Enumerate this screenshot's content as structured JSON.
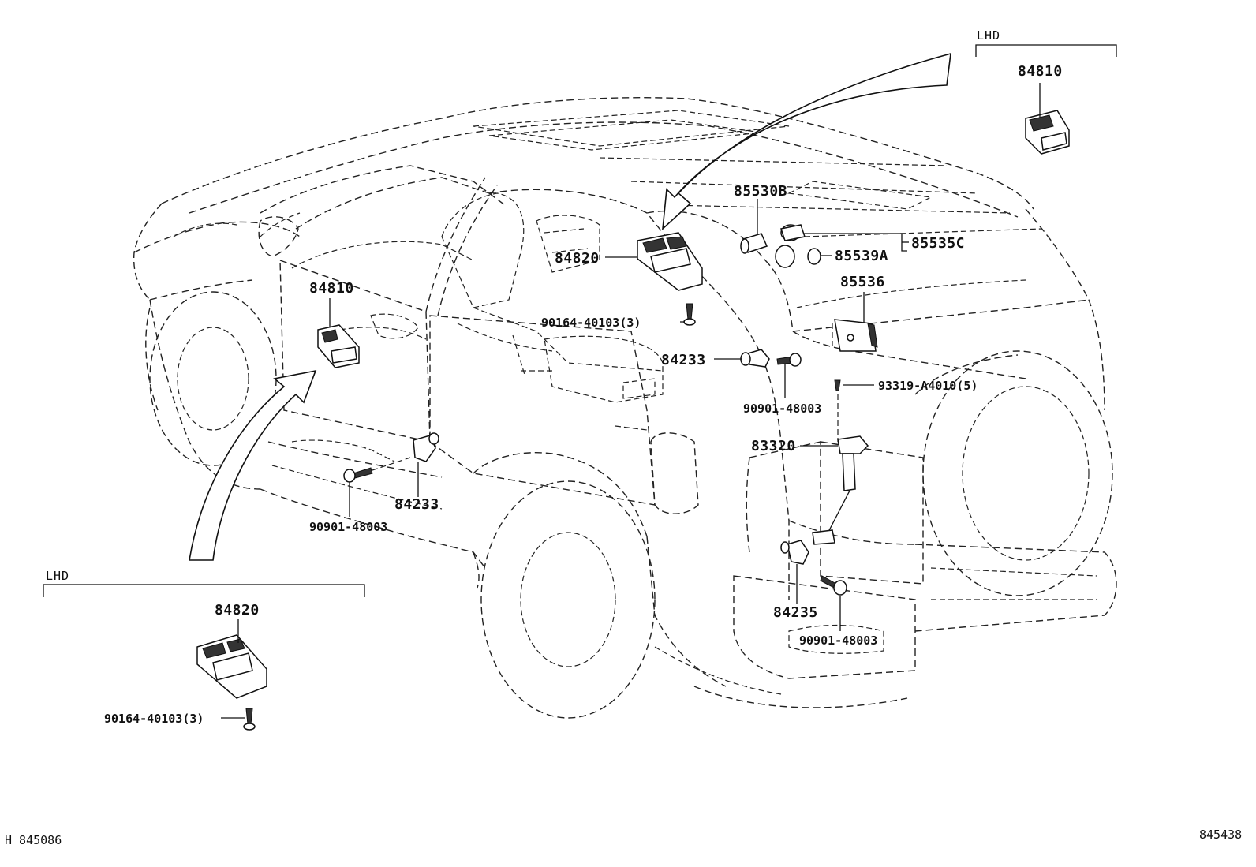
{
  "labels": {
    "lhd_top": "LHD",
    "lhd_bottom": "LHD",
    "p84810_top": "84810",
    "p84810_left": "84810",
    "p84820_center": "84820",
    "p84820_bottom": "84820",
    "p85530b": "85530B",
    "p85535c": "85535C",
    "p85539a": "85539A",
    "p85536": "85536",
    "p90164_center": "90164-40103(3)",
    "p90164_bottom": "90164-40103(3)",
    "p84233_right": "84233",
    "p84233_left": "84233",
    "p90901_center": "90901-48003",
    "p90901_left": "90901-48003",
    "p90901_rear": "90901-48003",
    "p93319": "93319-A4010(5)",
    "p83320": "83320",
    "p84235": "84235"
  },
  "footer": {
    "left_code": "H 845086",
    "right_code": "845438"
  }
}
